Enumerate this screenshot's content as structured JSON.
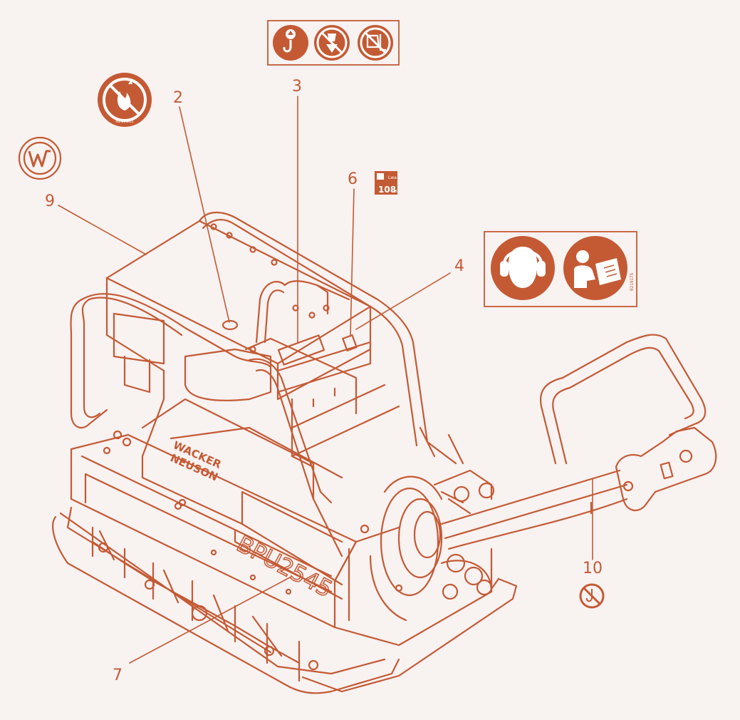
{
  "colors": {
    "line": "#c45a34",
    "fill": "#c45a34",
    "background": "#f8f2f1",
    "decal_white": "#ffffff"
  },
  "callouts": {
    "c2": "2",
    "c3": "3",
    "c4": "4",
    "c6": "6",
    "c7": "7",
    "c9": "9",
    "c10": "10"
  },
  "machine": {
    "brand_line1": "WACKER",
    "brand_line2": "NEUSON",
    "model": "BPU2545"
  },
  "decals": {
    "no_fire_code": "0219181",
    "sound_level": "108",
    "sound_unit": "dB",
    "sound_label": "Lwa",
    "ppe_code": "0219175"
  },
  "icons": [
    "no-open-flame-icon",
    "wacker-neuson-logo-icon",
    "lifting-point-icon",
    "no-standing-under-load-icon",
    "no-forklift-icon",
    "hearing-protection-icon",
    "read-manual-icon",
    "sound-power-level-icon",
    "no-lifting-handle-icon"
  ]
}
